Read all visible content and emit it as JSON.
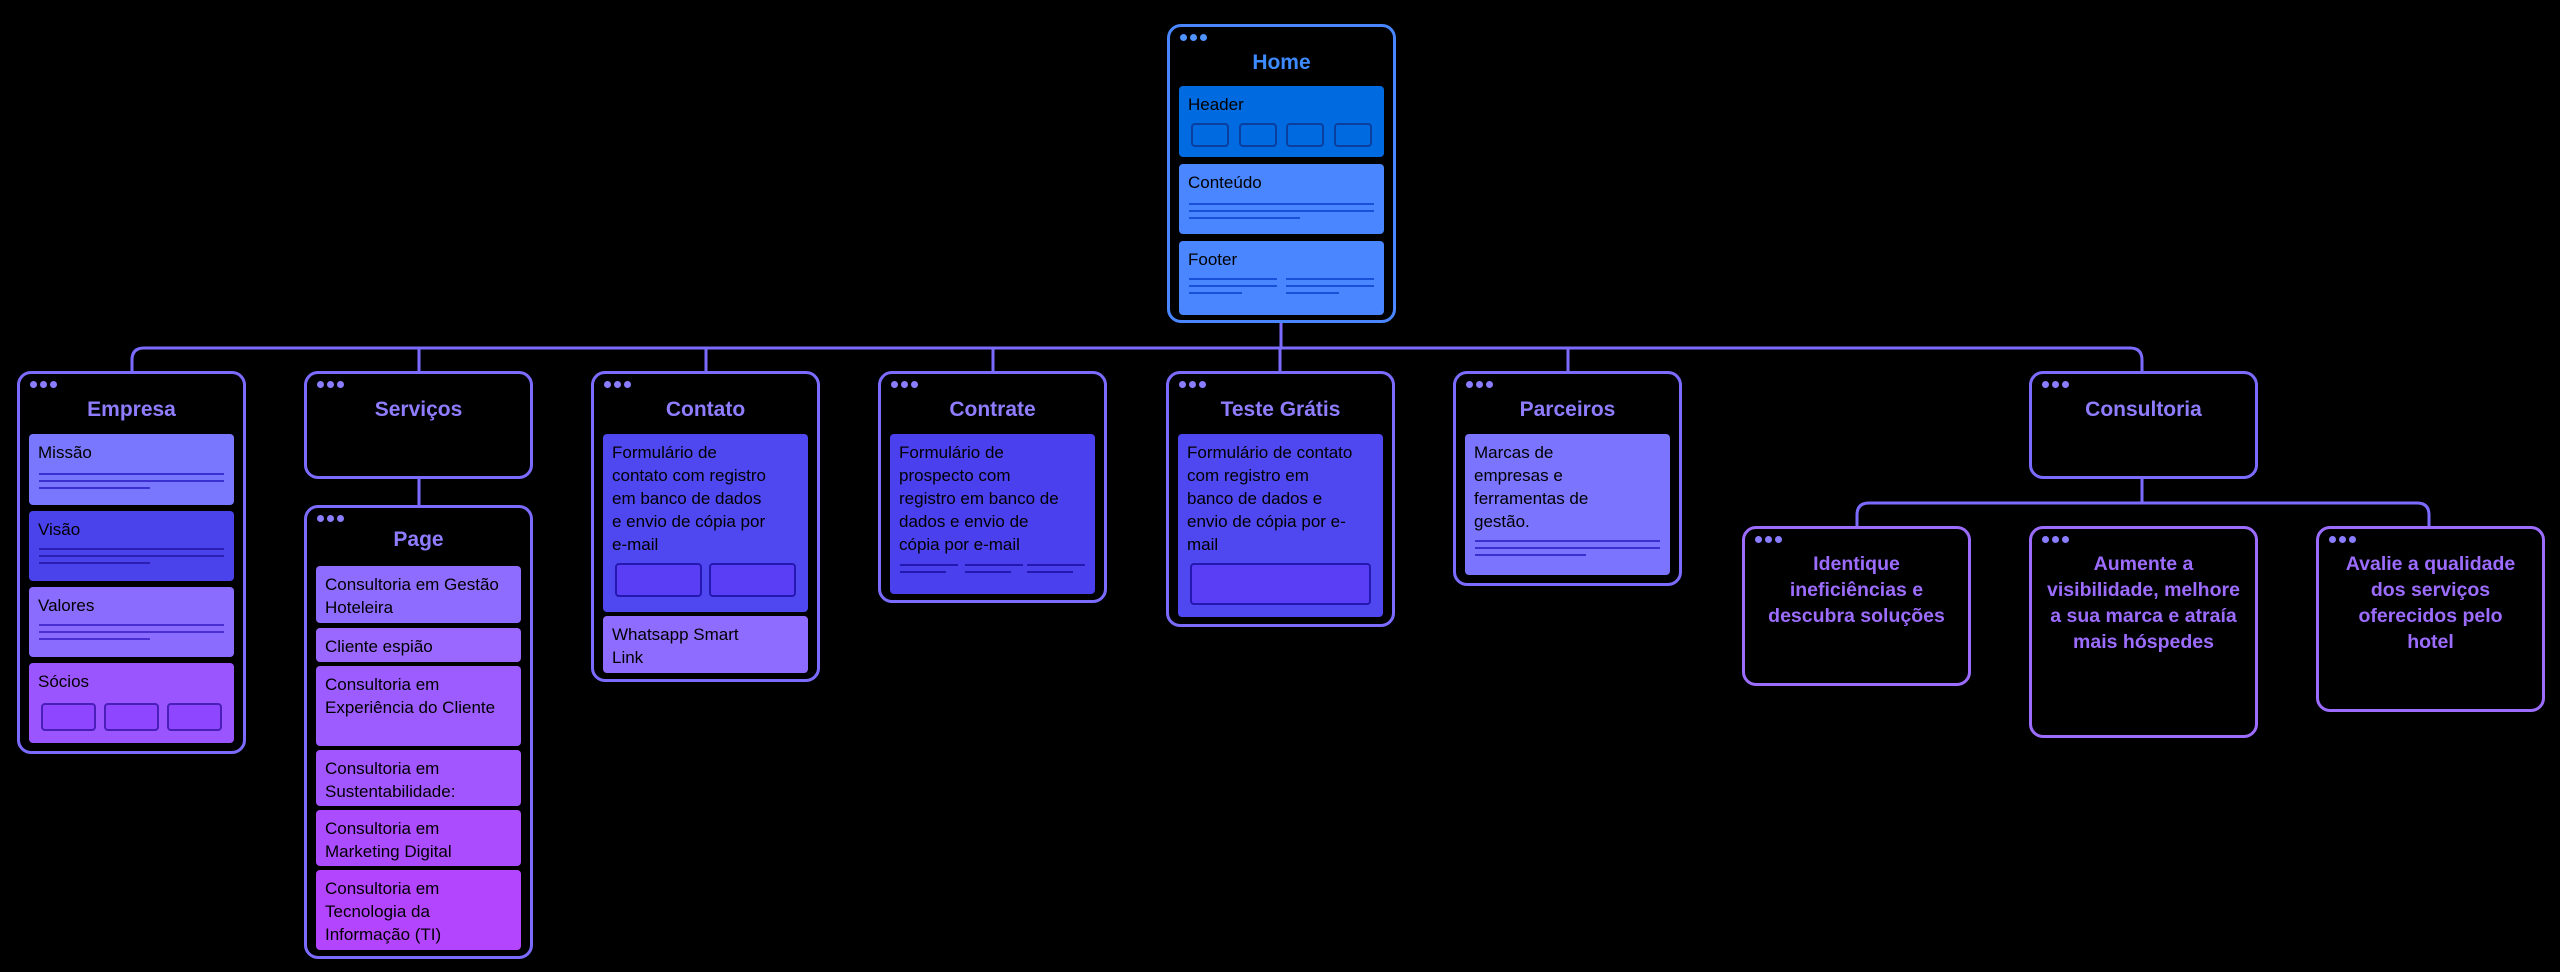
{
  "home": {
    "title": "Home",
    "sections": {
      "header": "Header",
      "content": "Conteúdo",
      "footer": "Footer"
    }
  },
  "empresa": {
    "title": "Empresa",
    "sections": {
      "missao": "Missão",
      "visao": "Visão",
      "valores": "Valores",
      "socios": "Sócios"
    }
  },
  "servicos": {
    "title": "Serviços"
  },
  "page": {
    "title": "Page",
    "items": [
      "Consultoria em Gestão Hoteleira",
      "Cliente espião",
      "Consultoria em Experiência do Cliente",
      "Consultoria em Sustentabilidade:",
      "Consultoria em Marketing Digital",
      "Consultoria em Tecnologia da Informação (TI)"
    ]
  },
  "contato": {
    "title": "Contato",
    "form": "Formulário de contato com registro em banco de dados e envio de cópia por e-mail",
    "whatsapp": "Whatsapp Smart Link"
  },
  "contrate": {
    "title": "Contrate",
    "form": "Formulário de prospecto com registro em banco de dados e envio de cópia por e-mail"
  },
  "teste": {
    "title": "Teste Grátis",
    "form": "Formulário de contato com registro em banco de dados e envio de cópia por e-mail"
  },
  "parceiros": {
    "title": "Parceiros",
    "text": "Marcas de empresas e ferramentas de gestão."
  },
  "consultoria": {
    "title": "Consultoria",
    "leaves": [
      "Identique ineficiências e descubra soluções",
      "Aumente a visibilidade, melhore a sua marca e atraía mais hóspedes",
      "Avalie a qualidade dos serviços oferecidos pelo hotel"
    ]
  },
  "colors": {
    "background": "#000000",
    "connector": "#7b6cff",
    "home_blue": "#006be0",
    "mid_blue": "#4a86ff",
    "violet": "#4f48f0",
    "purple": "#b44bff"
  }
}
